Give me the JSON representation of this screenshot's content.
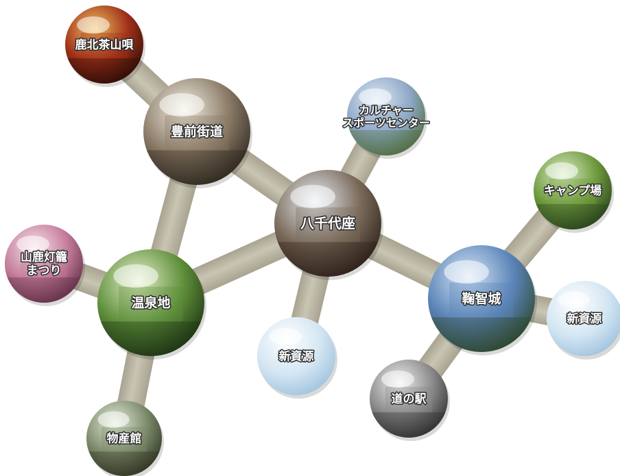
{
  "diagram": {
    "nodes": [
      {
        "id": "kahoku",
        "label_lines": [
          "鹿北茶山唄"
        ],
        "style": "photo",
        "palette": [
          "#f0c060",
          "#a0301a",
          "#2a0d06"
        ]
      },
      {
        "id": "buzen",
        "label_lines": [
          "豊前街道"
        ],
        "style": "photo",
        "palette": [
          "#f4f0e6",
          "#8a7a66",
          "#2b241c"
        ]
      },
      {
        "id": "culture",
        "label_lines": [
          "カルチャー",
          "スポーツセンター"
        ],
        "style": "photo",
        "palette": [
          "#dde9f5",
          "#8fa9c7",
          "#4e6b3a"
        ]
      },
      {
        "id": "camp",
        "label_lines": [
          "キャンプ場"
        ],
        "style": "photo",
        "palette": [
          "#d9ecc4",
          "#6f9a3e",
          "#25401a"
        ]
      },
      {
        "id": "yachiyoza",
        "label_lines": [
          "八千代座"
        ],
        "style": "photo",
        "palette": [
          "#e8eef6",
          "#7a6a5a",
          "#2a1d16"
        ]
      },
      {
        "id": "yamaga",
        "label_lines": [
          "山鹿灯籠",
          "まつり"
        ],
        "style": "photo",
        "palette": [
          "#f7e2ea",
          "#c47c9a",
          "#5e2c44"
        ]
      },
      {
        "id": "onsen",
        "label_lines": [
          "温泉地"
        ],
        "style": "photo",
        "palette": [
          "#e4f0cc",
          "#5f8f3a",
          "#1b2f12"
        ]
      },
      {
        "id": "kikuchi",
        "label_lines": [
          "鞠智城"
        ],
        "style": "photo",
        "palette": [
          "#d6e6f6",
          "#5a84b8",
          "#2c4426"
        ]
      },
      {
        "id": "shin1",
        "label_lines": [
          "新資源"
        ],
        "style": "plain",
        "palette": [
          "#ffffff",
          "#d4e6f3",
          "#9cc0dc"
        ]
      },
      {
        "id": "shin2",
        "label_lines": [
          "新資源"
        ],
        "style": "plain",
        "palette": [
          "#ffffff",
          "#d4e6f3",
          "#9cc0dc"
        ]
      },
      {
        "id": "michi",
        "label_lines": [
          "道の駅"
        ],
        "style": "photo",
        "palette": [
          "#f0f0f0",
          "#8a8a8a",
          "#2c2c2c"
        ]
      },
      {
        "id": "bussan",
        "label_lines": [
          "物産館"
        ],
        "style": "photo",
        "palette": [
          "#e4eedc",
          "#7c8a6a",
          "#2e3222"
        ]
      }
    ],
    "links": [
      [
        "kahoku",
        "buzen"
      ],
      [
        "buzen",
        "yachiyoza"
      ],
      [
        "buzen",
        "onsen"
      ],
      [
        "culture",
        "yachiyoza"
      ],
      [
        "yachiyoza",
        "onsen"
      ],
      [
        "yachiyoza",
        "shin1"
      ],
      [
        "yachiyoza",
        "kikuchi"
      ],
      [
        "yamaga",
        "onsen"
      ],
      [
        "onsen",
        "bussan"
      ],
      [
        "kikuchi",
        "camp"
      ],
      [
        "kikuchi",
        "shin2"
      ],
      [
        "kikuchi",
        "michi"
      ]
    ],
    "colors": {
      "link": "#c9c5b3",
      "link_dark": "#a8a390",
      "label_fill": "#ffffff",
      "label_stroke": "#2a2a2a"
    }
  }
}
